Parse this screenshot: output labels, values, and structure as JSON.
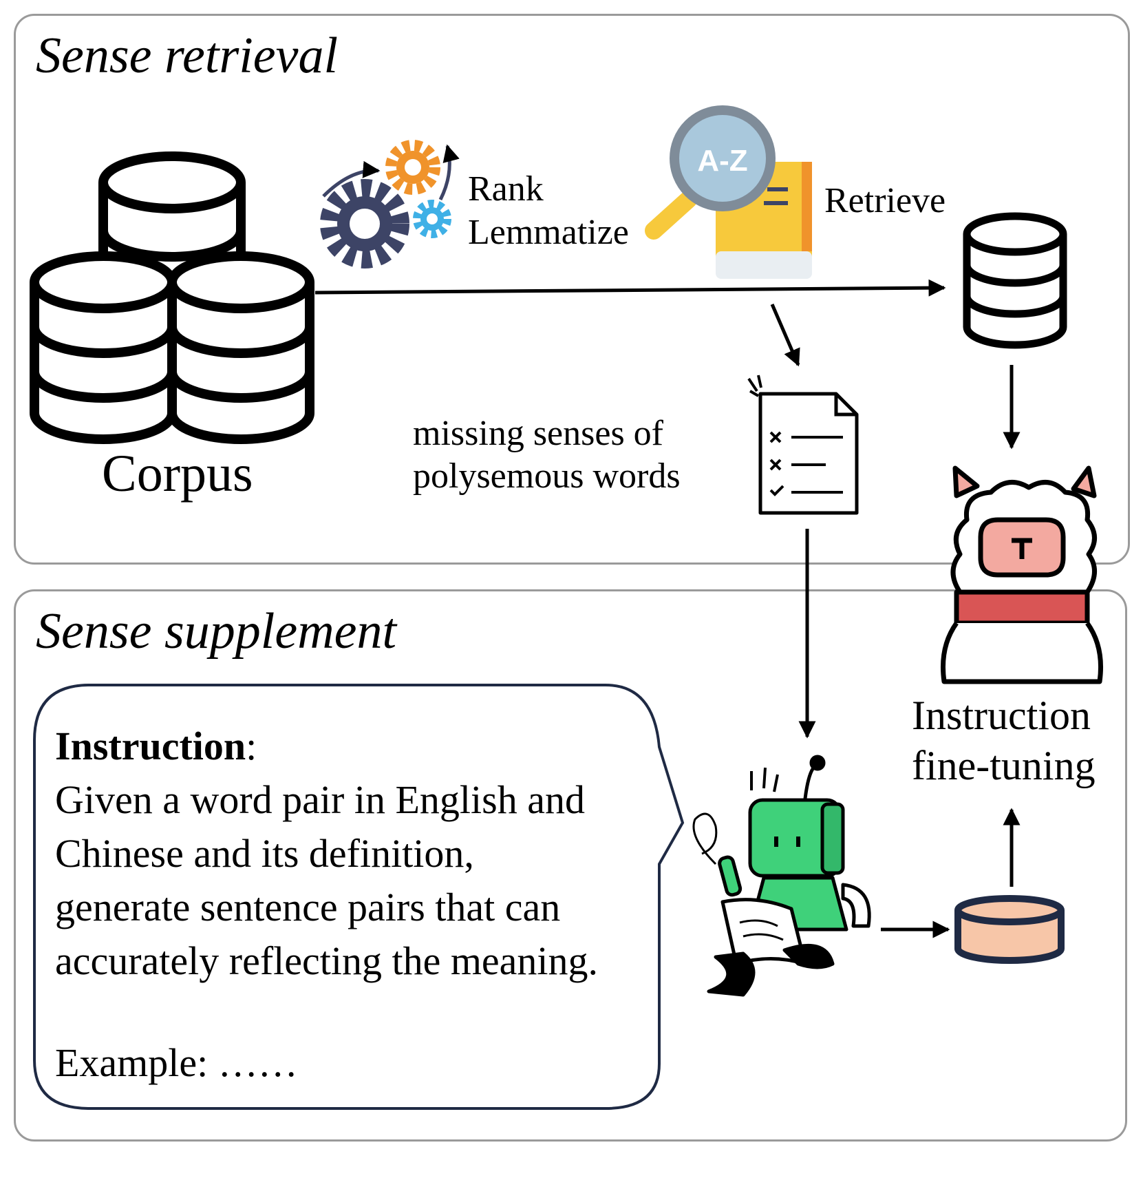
{
  "sections": {
    "retrieval_title": "Sense retrieval",
    "supplement_title": "Sense supplement"
  },
  "labels": {
    "corpus": "Corpus",
    "rank": "Rank",
    "lemmatize": "Lemmatize",
    "retrieve": "Retrieve",
    "missing_line1": "missing senses of",
    "missing_line2": "polysemous words",
    "finetune_line1": "Instruction",
    "finetune_line2": "fine-tuning",
    "magnifier_text": "A-Z"
  },
  "instruction_box": {
    "heading": "Instruction",
    "colon": ":",
    "lines": [
      "Given a word pair in English and",
      "Chinese and its definition,",
      "generate sentence pairs that can",
      "accurately reflecting the meaning."
    ],
    "example": "Example: ……"
  },
  "colors": {
    "panel_border": "#9a9a9a",
    "gear_orange": "#f0932b",
    "gear_navy": "#3d4466",
    "gear_blue": "#3fb0e6",
    "book_yellow": "#f7c93c",
    "magnifier_lens": "#a9c8dc",
    "robot_green": "#3fd17a",
    "llama_pink": "#f3a9a0",
    "llama_scarf": "#d95555",
    "dataset_fill": "#f7c6a8",
    "dataset_outline": "#1f2a44",
    "bubble_outline": "#1f2a44"
  }
}
